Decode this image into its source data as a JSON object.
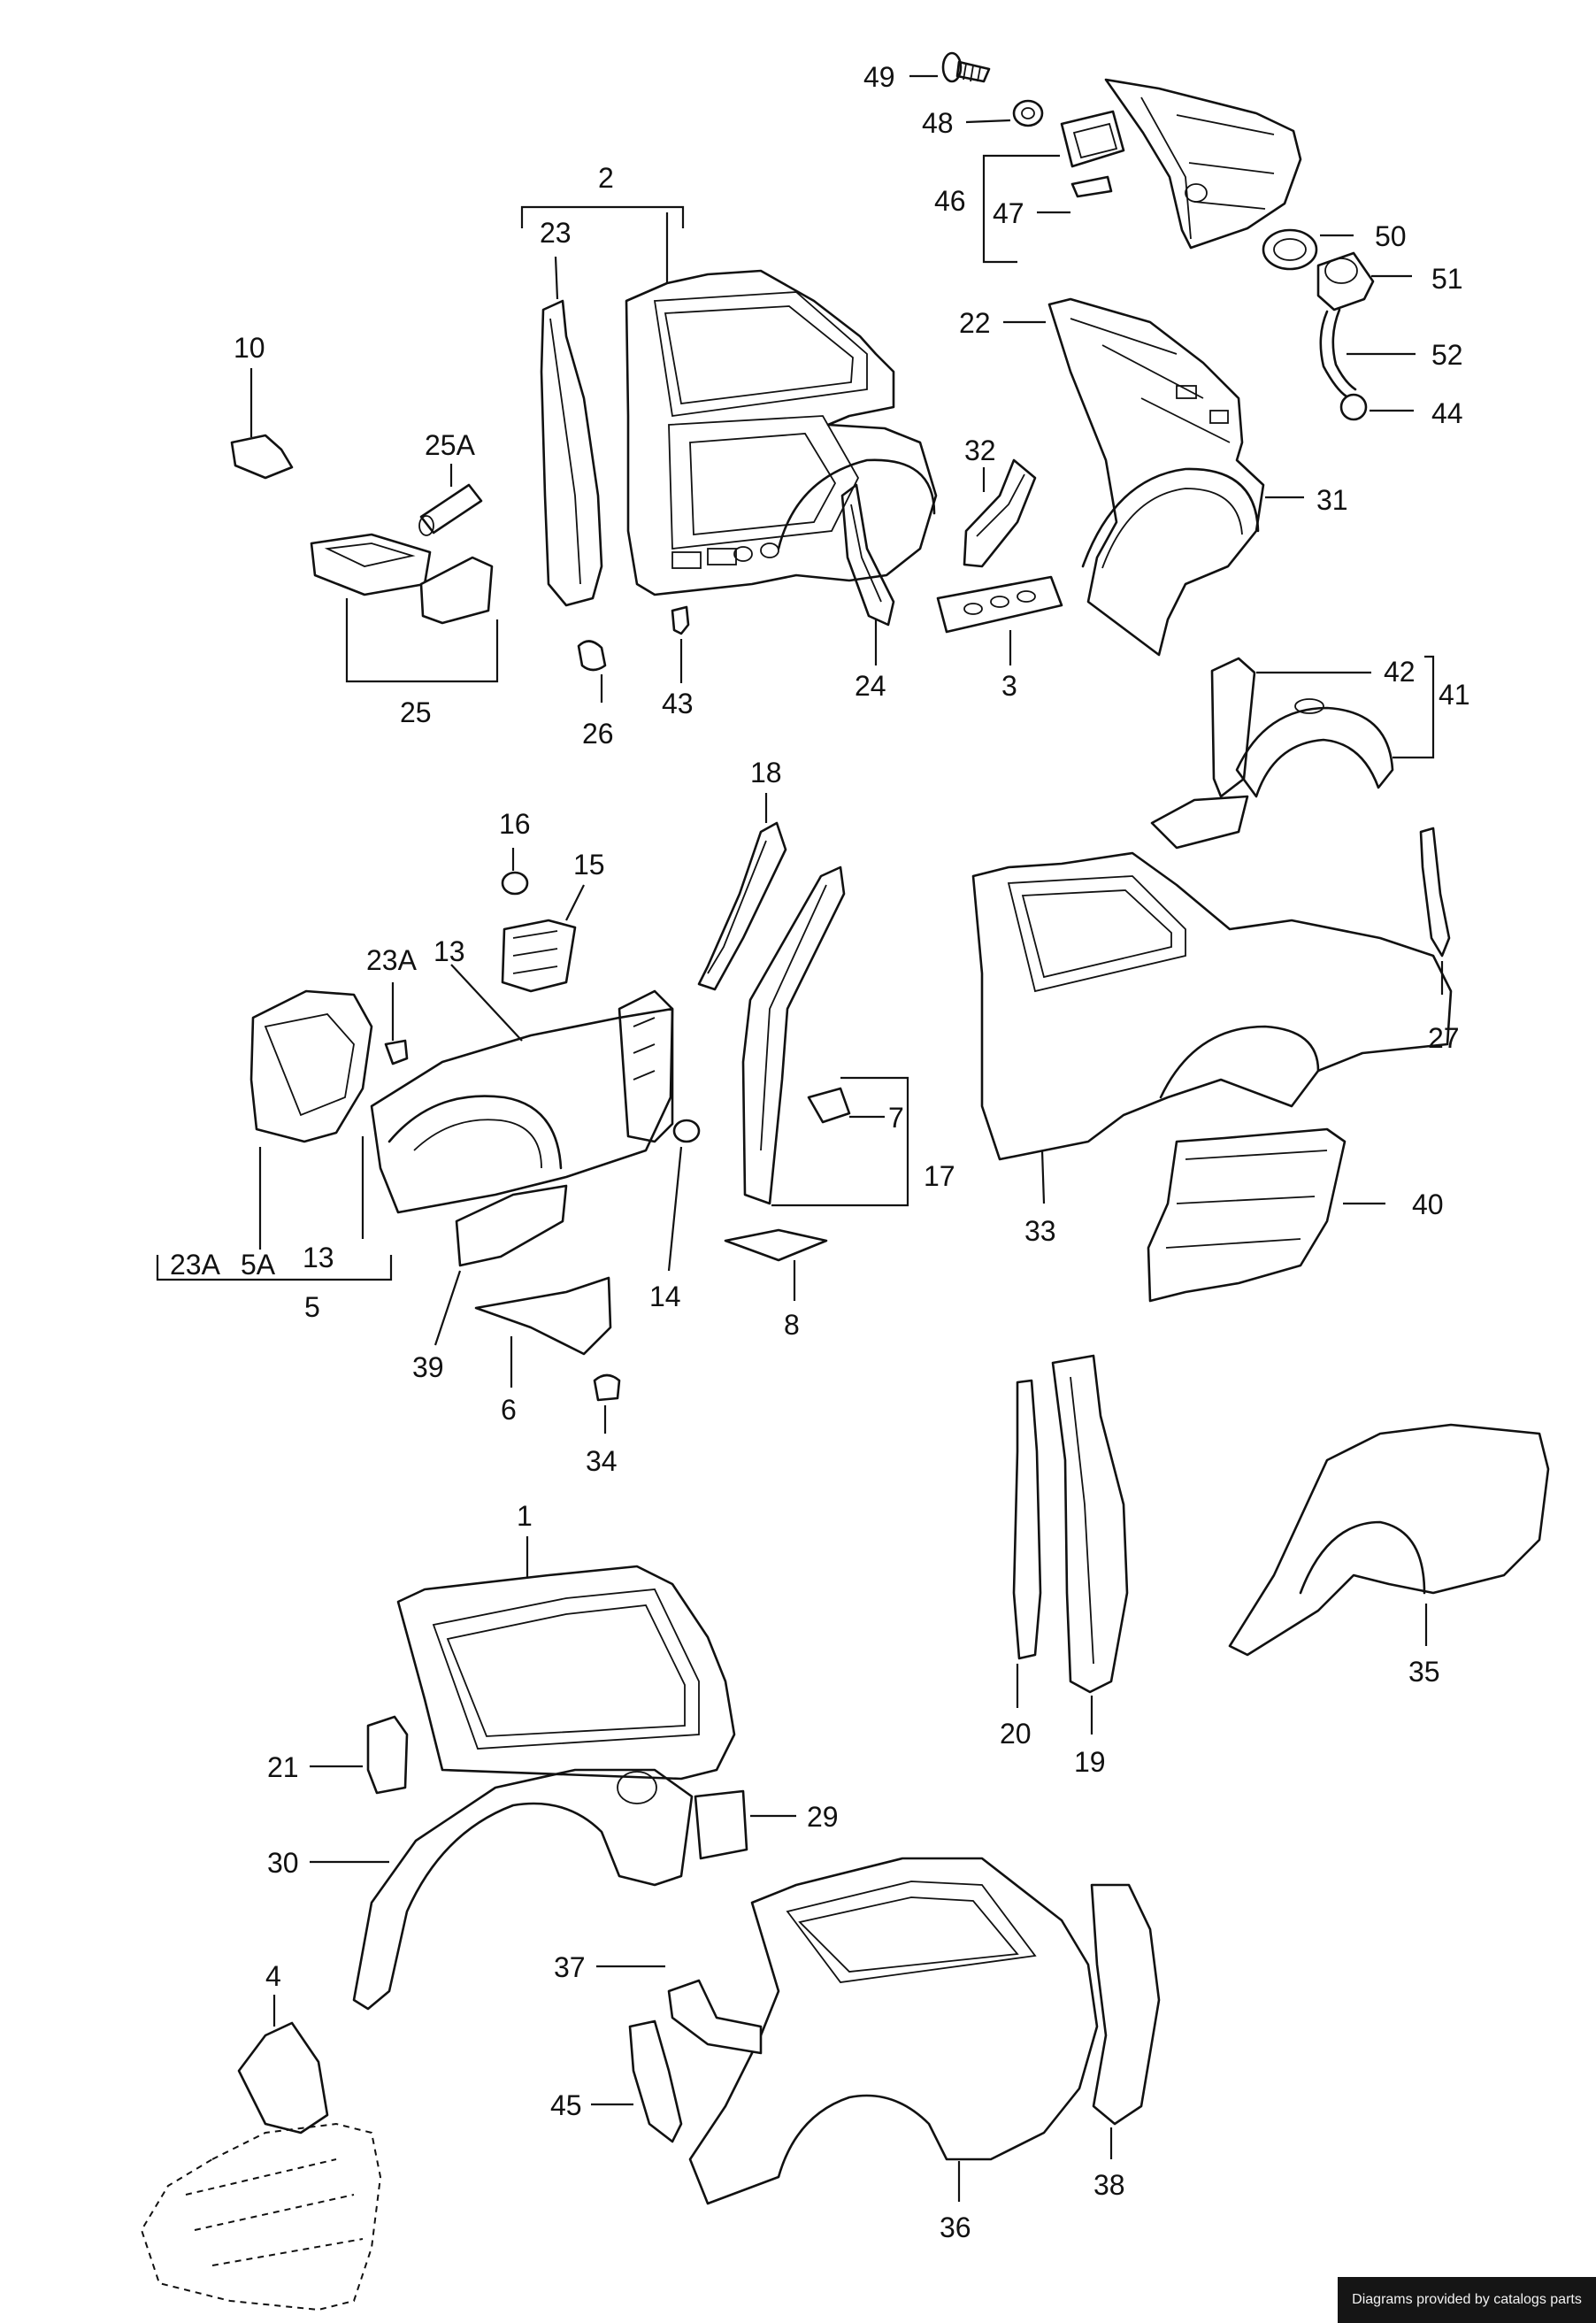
{
  "figure": {
    "labels": [
      {
        "id": "l49",
        "text": "49"
      },
      {
        "id": "l48",
        "text": "48"
      },
      {
        "id": "l46",
        "text": "46"
      },
      {
        "id": "l47",
        "text": "47"
      },
      {
        "id": "l50",
        "text": "50"
      },
      {
        "id": "l51",
        "text": "51"
      },
      {
        "id": "l52",
        "text": "52"
      },
      {
        "id": "l44",
        "text": "44"
      },
      {
        "id": "l22",
        "text": "22"
      },
      {
        "id": "l2",
        "text": "2"
      },
      {
        "id": "l23",
        "text": "23"
      },
      {
        "id": "l10",
        "text": "10"
      },
      {
        "id": "l25A",
        "text": "25A"
      },
      {
        "id": "l25",
        "text": "25"
      },
      {
        "id": "l26",
        "text": "26"
      },
      {
        "id": "l43",
        "text": "43"
      },
      {
        "id": "l24",
        "text": "24"
      },
      {
        "id": "l32",
        "text": "32"
      },
      {
        "id": "l3",
        "text": "3"
      },
      {
        "id": "l31",
        "text": "31"
      },
      {
        "id": "l42",
        "text": "42"
      },
      {
        "id": "l41",
        "text": "41"
      },
      {
        "id": "l18",
        "text": "18"
      },
      {
        "id": "l16",
        "text": "16"
      },
      {
        "id": "l15",
        "text": "15"
      },
      {
        "id": "l23A_top",
        "text": "23A"
      },
      {
        "id": "l13_top",
        "text": "13"
      },
      {
        "id": "l7",
        "text": "7"
      },
      {
        "id": "l17",
        "text": "17"
      },
      {
        "id": "l27",
        "text": "27"
      },
      {
        "id": "l33",
        "text": "33"
      },
      {
        "id": "l40",
        "text": "40"
      },
      {
        "id": "l23A_bot",
        "text": "23A"
      },
      {
        "id": "l5A",
        "text": "5A"
      },
      {
        "id": "l13_bot",
        "text": "13"
      },
      {
        "id": "l5",
        "text": "5"
      },
      {
        "id": "l14",
        "text": "14"
      },
      {
        "id": "l8",
        "text": "8"
      },
      {
        "id": "l39",
        "text": "39"
      },
      {
        "id": "l6",
        "text": "6"
      },
      {
        "id": "l34",
        "text": "34"
      },
      {
        "id": "l1",
        "text": "1"
      },
      {
        "id": "l20",
        "text": "20"
      },
      {
        "id": "l19",
        "text": "19"
      },
      {
        "id": "l35",
        "text": "35"
      },
      {
        "id": "l21",
        "text": "21"
      },
      {
        "id": "l29",
        "text": "29"
      },
      {
        "id": "l30",
        "text": "30"
      },
      {
        "id": "l4",
        "text": "4"
      },
      {
        "id": "l37",
        "text": "37"
      },
      {
        "id": "l45",
        "text": "45"
      },
      {
        "id": "l38",
        "text": "38"
      },
      {
        "id": "l36",
        "text": "36"
      }
    ]
  },
  "footer": {
    "text": "Diagrams provided by catalogs parts"
  },
  "colors": {
    "ink": "#111111",
    "background": "#ffffff",
    "badge": "#151515"
  }
}
